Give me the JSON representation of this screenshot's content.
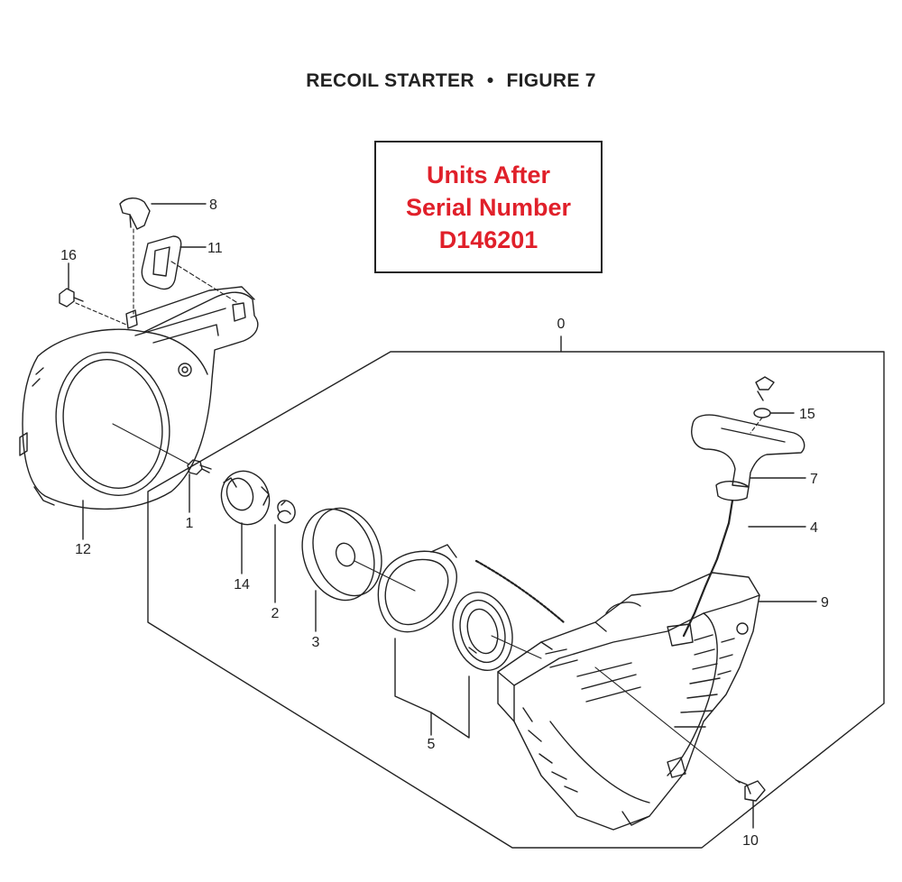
{
  "title": {
    "left": "RECOIL STARTER",
    "separator": "•",
    "right": "FIGURE 7"
  },
  "notice": {
    "line1": "Units After",
    "line2": "Serial Number",
    "line3": "D146201",
    "color": "#e0202a"
  },
  "callouts": {
    "c0": "0",
    "c1": "1",
    "c2": "2",
    "c3": "3",
    "c4": "4",
    "c5": "5",
    "c7": "7",
    "c8": "8",
    "c9": "9",
    "c10": "10",
    "c11": "11",
    "c12": "12",
    "c14": "14",
    "c15": "15",
    "c16": "16"
  }
}
